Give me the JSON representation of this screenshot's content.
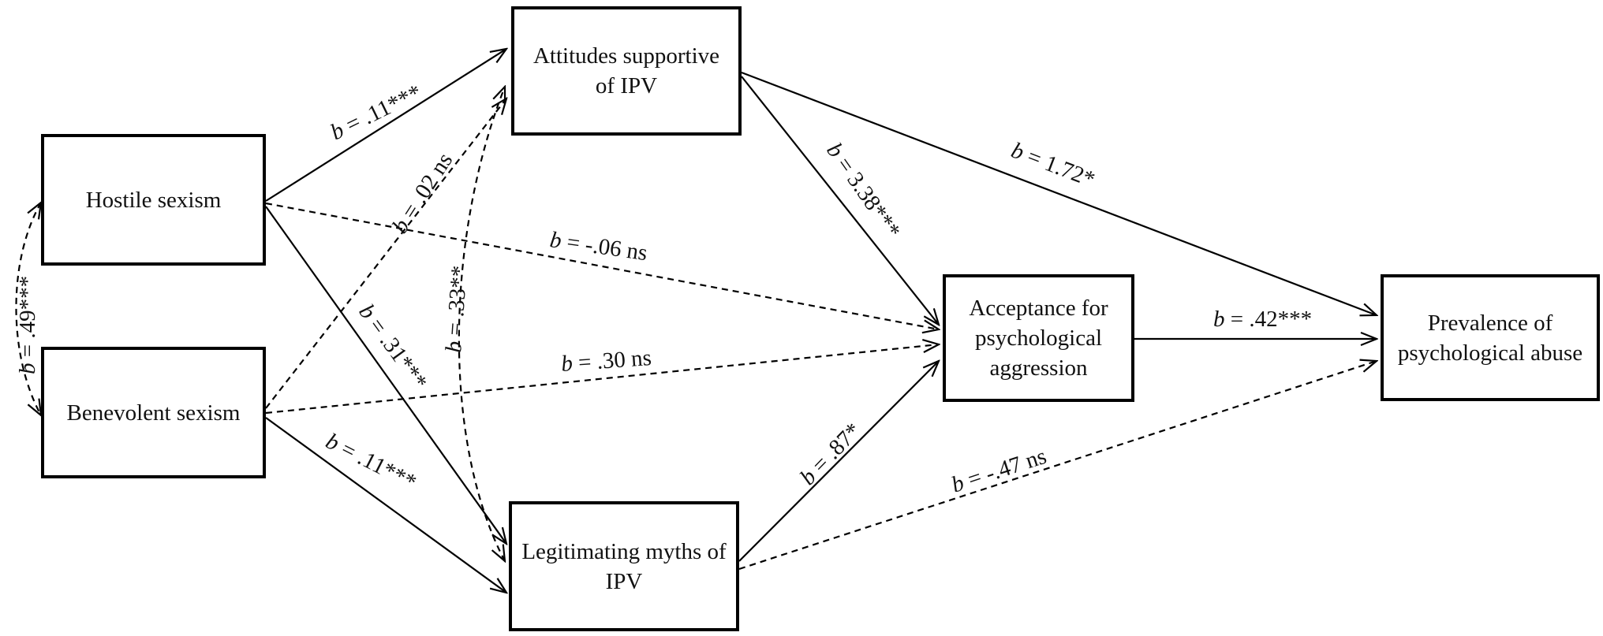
{
  "nodes": {
    "hostile": {
      "text": "Hostile sexism"
    },
    "benevolent": {
      "text": "Benevolent sexism"
    },
    "attitudes": {
      "text": "Attitudes supportive of IPV"
    },
    "myths": {
      "text": "Legitimating myths of IPV"
    },
    "acceptance": {
      "text": "Acceptance for psychological aggression"
    },
    "prevalence": {
      "text": "Prevalence of psychological abuse"
    }
  },
  "edges": {
    "hs_att": {
      "b": "b",
      "value": " = .11***",
      "style": "solid"
    },
    "bs_att": {
      "b": "b",
      "value": " = .02 ns",
      "style": "dashed"
    },
    "myth_att": {
      "b": "b",
      "value": " = .33**",
      "style": "dashed"
    },
    "hs_acc": {
      "b": "b",
      "value": " = -.06 ns",
      "style": "dashed"
    },
    "bs_acc": {
      "b": "b",
      "value": " = .30 ns",
      "style": "dashed"
    },
    "hs_myth": {
      "b": "b",
      "value": " = .31***",
      "style": "solid"
    },
    "bs_myth": {
      "b": "b",
      "value": " = .11***",
      "style": "solid"
    },
    "att_acc": {
      "b": "b",
      "value": " = 3.38***",
      "style": "solid"
    },
    "att_prev": {
      "b": "b",
      "value": " = 1.72*",
      "style": "solid"
    },
    "myth_acc": {
      "b": "b",
      "value": " = .87*",
      "style": "solid"
    },
    "acc_prev": {
      "b": "b",
      "value": " = .42***",
      "style": "solid"
    },
    "myth_prev": {
      "b": "b",
      "value": " = -.47 ns",
      "style": "dashed"
    },
    "hs_bs": {
      "b": "b",
      "value": " = .49***",
      "style": "dashed"
    }
  }
}
